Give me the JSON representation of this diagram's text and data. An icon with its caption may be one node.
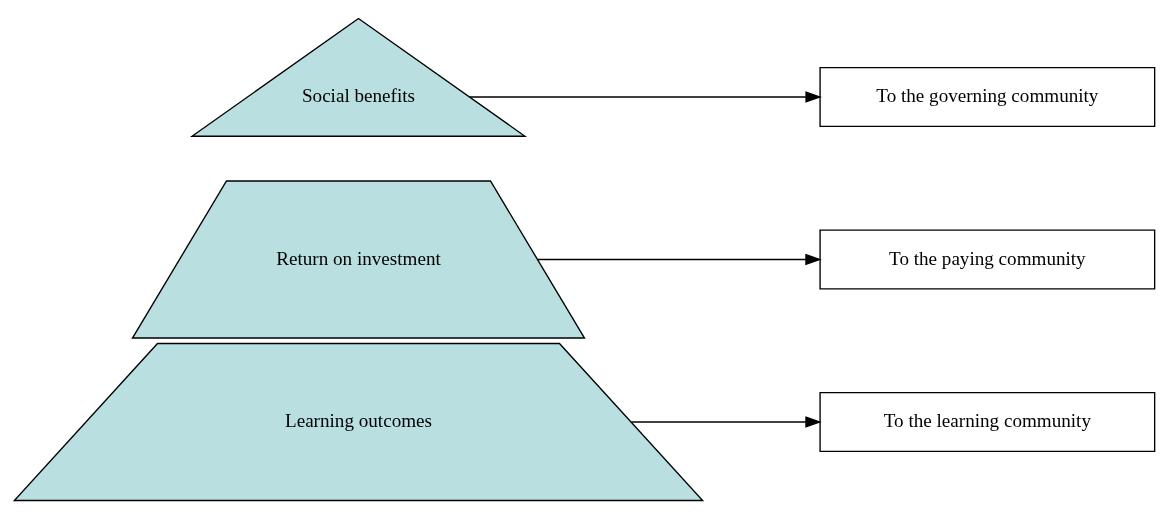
{
  "diagram": {
    "nodes": [
      {
        "text": [
          "Social benefits"
        ]
      },
      {
        "text": [
          "Return on investment"
        ]
      },
      {
        "text": [
          "Learning outcomes"
        ]
      },
      {
        "text": [
          "To the governing community"
        ]
      },
      {
        "text": [
          "To the paying community"
        ]
      },
      {
        "text": [
          "To the learning community"
        ]
      }
    ],
    "edges": [
      {
        "from": 0,
        "to": 3,
        "arrow": "to"
      },
      {
        "from": 1,
        "to": 4,
        "arrow": "to"
      },
      {
        "from": 2,
        "to": 5,
        "arrow": "to"
      }
    ]
  }
}
